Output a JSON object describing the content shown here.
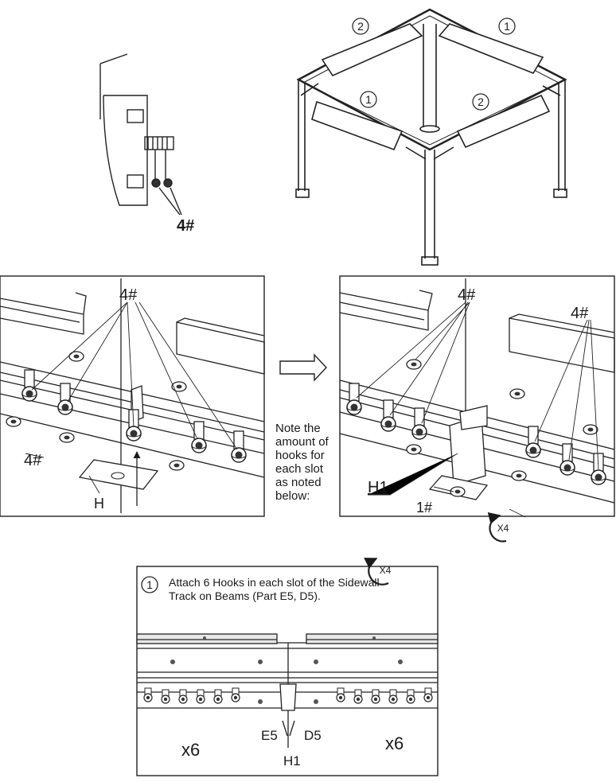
{
  "labels": {
    "hook_part": "4#",
    "hanger_part": "H",
    "hanger1_part": "H1",
    "bolt_part": "1#",
    "circle_one": "1",
    "circle_two": "2",
    "repeat_x4": "X4",
    "beam_left": "E5",
    "beam_right": "D5",
    "count_left": "x6",
    "count_right": "x6"
  },
  "note_lines": [
    "Note the",
    "amount of",
    "hooks for",
    "each slot",
    "as noted",
    "below:"
  ],
  "step": {
    "number": "1",
    "text": "Attach 6 Hooks in each slot of the Sidewall Track on Beams (Part E5, D5)."
  }
}
